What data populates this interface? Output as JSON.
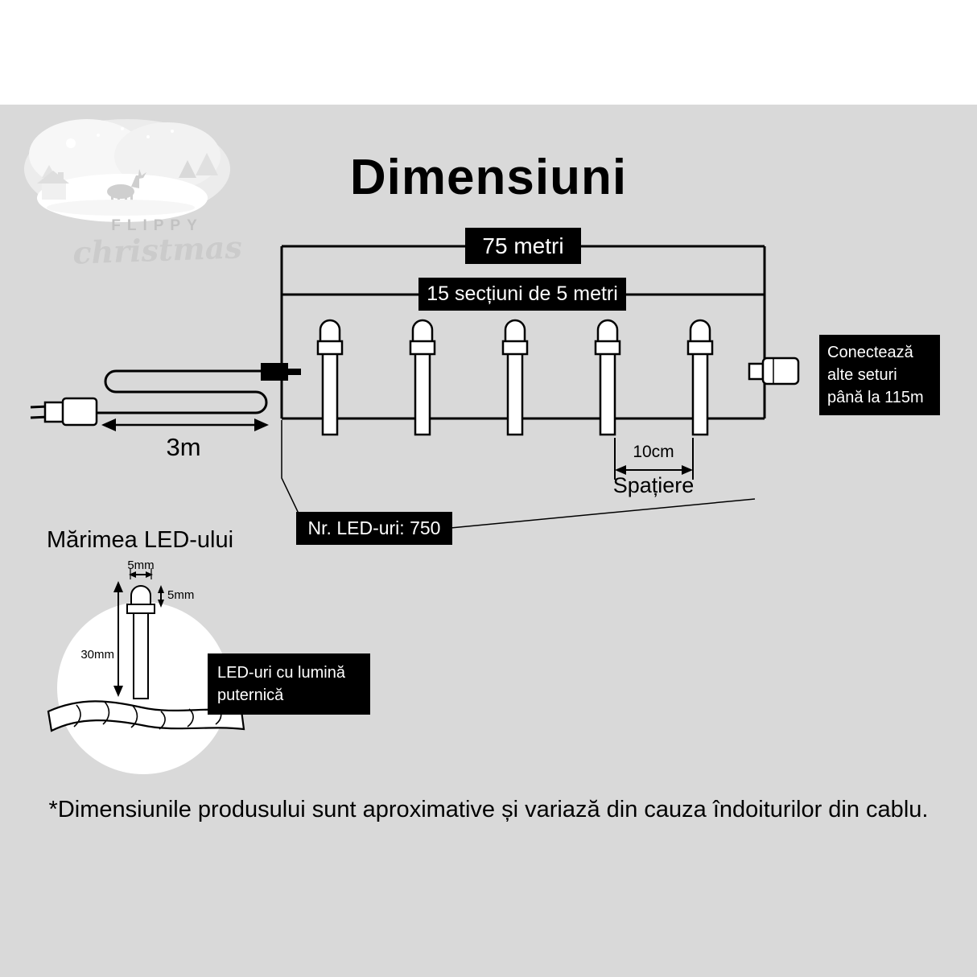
{
  "colors": {
    "page_bg": "#ffffff",
    "panel_bg": "#d9d9d9",
    "label_bg": "#000000",
    "label_text": "#ffffff",
    "ink": "#000000",
    "logo_text": "#c4c4c4"
  },
  "logo": {
    "brand_line1": "FLIPPY",
    "brand_line2": "christmas"
  },
  "title": "Dimensiuni",
  "diagram": {
    "total_length_label": "75 metri",
    "sections_label": "15 secțiuni de 5 metri",
    "lead_length_label": "3m",
    "connect_note": "Conectează alte seturi până la 115m",
    "spacing_value": "10cm",
    "spacing_caption": "Spațiere",
    "led_count_label": "Nr. LED-uri: 750"
  },
  "led_detail": {
    "heading": "Mărimea LED-ului",
    "bulb_width": "5mm",
    "tip_height": "5mm",
    "total_height": "30mm",
    "note": "LED-uri cu lumină puternică"
  },
  "footnote": "*Dimensiunile produsului sunt aproximative și variază din cauza îndoiturilor din cablu."
}
